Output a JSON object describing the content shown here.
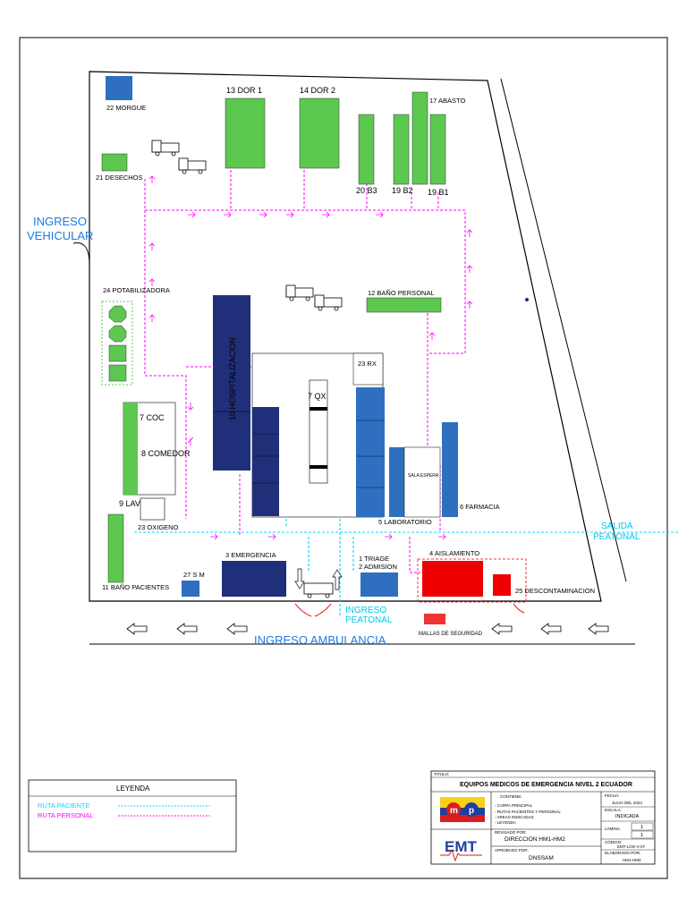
{
  "labels": {
    "morgue": "22 MORGUE",
    "dor1": "13 DOR 1",
    "dor2": "14 DOR 2",
    "abasto": "17 ABASTO",
    "b3": "20 B3",
    "b2": "19 B2",
    "b1": "19 B1",
    "desechos": "21 DESECHOS",
    "ingreso_vehicular_1": "INGRESO",
    "ingreso_vehicular_2": "VEHICULAR",
    "potabilizadora": "24 POTABILIZADORA",
    "bano_personal": "12 BAÑO PERSONAL",
    "hospitalizacion": "10 HOSPITALIZACION",
    "rx": "23 RX",
    "qx": "7 QX",
    "coc": "7 COC",
    "comedor": "8 COMEDOR",
    "lav": "9 LAV",
    "sala_espera": "SALA ESPERA",
    "farmacia": "6 FARMACIA",
    "laboratorio": "5 LABORATORIO",
    "oxigeno": "23 OXIGENO",
    "salida_peatonal_1": "SALIDA",
    "salida_peatonal_2": "PEATONAL",
    "sm": "27 S M",
    "emergencia": "3 EMERGENCIA",
    "triage": "1 TRIAGE",
    "admision": "2 ADMISION",
    "aislamiento": "4 AISLAMIENTO",
    "descontaminacion": "25 DESCONTAMINACION",
    "bano_pacientes": "11 BAÑO PACIENTES",
    "ingreso_peatonal_1": "INGRESO",
    "ingreso_peatonal_2": "PEATONAL",
    "ingreso_ambulancia": "INGRESO AMBULANCIA",
    "mallas_seguridad": "MALLAS DE SEGURIDAD"
  },
  "legend": {
    "title": "LEYENDA",
    "items": [
      {
        "label": "RUTA PACIENTE",
        "color": "#00d8ff"
      },
      {
        "label": "RUTA PERSONAL",
        "color": "#ff00ff"
      }
    ]
  },
  "title_block": {
    "titulo_caption": "TITULO:",
    "title": "EQUIPOS MEDICOS DE EMERGENCIA NIVEL 2 ECUADOR",
    "contiene_caption": "CONTIENE:",
    "contiene_items": [
      "- CARPA PRINCIPAL",
      "- RUTAS PACIENTES Y PERSONAL",
      "- AREAS INDICADAS",
      "- LEYENDA"
    ],
    "revisado_caption": "REVISADO POR:",
    "revisado": "DIRECCION HM1-HM2",
    "aprobado_caption": "APROBADO POR:",
    "aprobado": "DNSSAM",
    "fecha_caption": "FECHA:",
    "fecha": "JULIO DEL 2024",
    "escala_caption": "ESCALA:",
    "escala": "INDICADA",
    "lamina_caption": "LÁMINA:",
    "lamina_1": "1",
    "lamina_2": "1",
    "codigo_caption": "CÓDIGO:",
    "codigo": "EMT-LOG-V-07",
    "elaborado_caption": "ELABORADO POR:",
    "elaborado": "HM1-HM2",
    "logo_1": "m",
    "logo_2": "p",
    "emt_logo": "EMT"
  },
  "colors": {
    "green": "#5cc850",
    "navy": "#1f2f7a",
    "blue": "#2f6fc0",
    "red": "#ee0000",
    "cyan": "#00d8ff",
    "magenta": "#ff00ff",
    "label_blue": "#1e7be0"
  }
}
